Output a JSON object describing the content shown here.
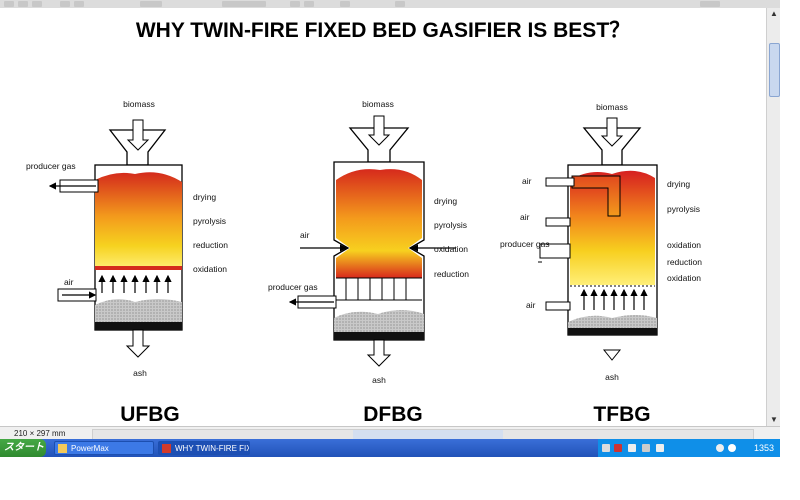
{
  "title": "WHY TWIN-FIRE FIXED BED GASIFIER IS BEST？",
  "diagrams": [
    {
      "name": "UFBG",
      "top": "biomass",
      "bottom": "ash",
      "gas": "producer gas",
      "air": "air",
      "zones": [
        "drying",
        "pyrolysis",
        "reduction",
        "oxidation"
      ]
    },
    {
      "name": "DFBG",
      "top": "biomass",
      "bottom": "ash",
      "gas": "producer gas",
      "air": "air",
      "zones": [
        "drying",
        "pyrolysis",
        "oxidation",
        "reduction"
      ]
    },
    {
      "name": "TFBG",
      "top": "biomass",
      "bottom": "ash",
      "gas": "producer gas",
      "air_labels": [
        "air",
        "air",
        "air"
      ],
      "zones": [
        "drying",
        "pyrolysis",
        "oxidation",
        "reduction",
        "oxidation"
      ]
    }
  ],
  "status": {
    "page_size": "210 × 297 mm"
  },
  "taskbar": {
    "start_label": "スタート",
    "tasks": [
      "PowerMax",
      "WHY TWIN-FIRE FIX..."
    ],
    "clock": "1353"
  },
  "colors": {
    "hot": "#d61e1e",
    "warm": "#f2c21c",
    "cool": "#ffef7a",
    "taskbar": "#2a5fc9"
  }
}
